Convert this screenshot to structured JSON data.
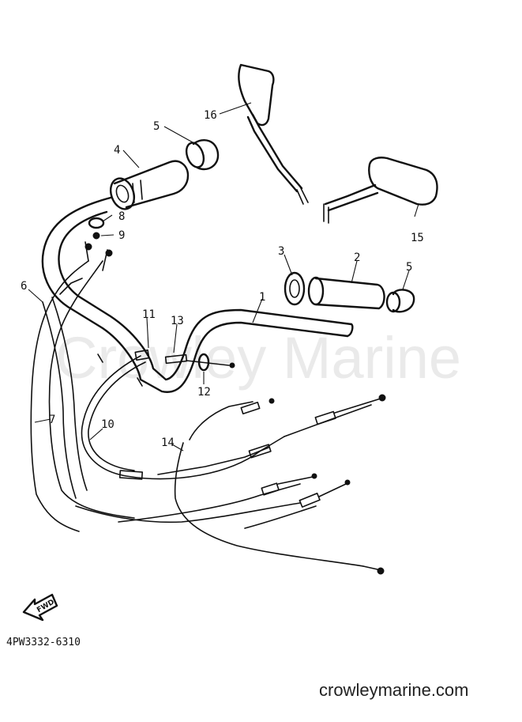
{
  "watermark_text": "Crowley Marine",
  "footer": {
    "site": "crowleymarine.com"
  },
  "diagram_code": "4PW3332-6310",
  "fwd_label": "FWD",
  "callouts": {
    "c1": "1",
    "c2": "2",
    "c3": "3",
    "c4": "4",
    "c5a": "5",
    "c5b": "5",
    "c6": "6",
    "c7": "7",
    "c8": "8",
    "c9": "9",
    "c10": "10",
    "c11": "11",
    "c12": "12",
    "c13": "13",
    "c14": "14",
    "c15": "15",
    "c16": "16"
  }
}
